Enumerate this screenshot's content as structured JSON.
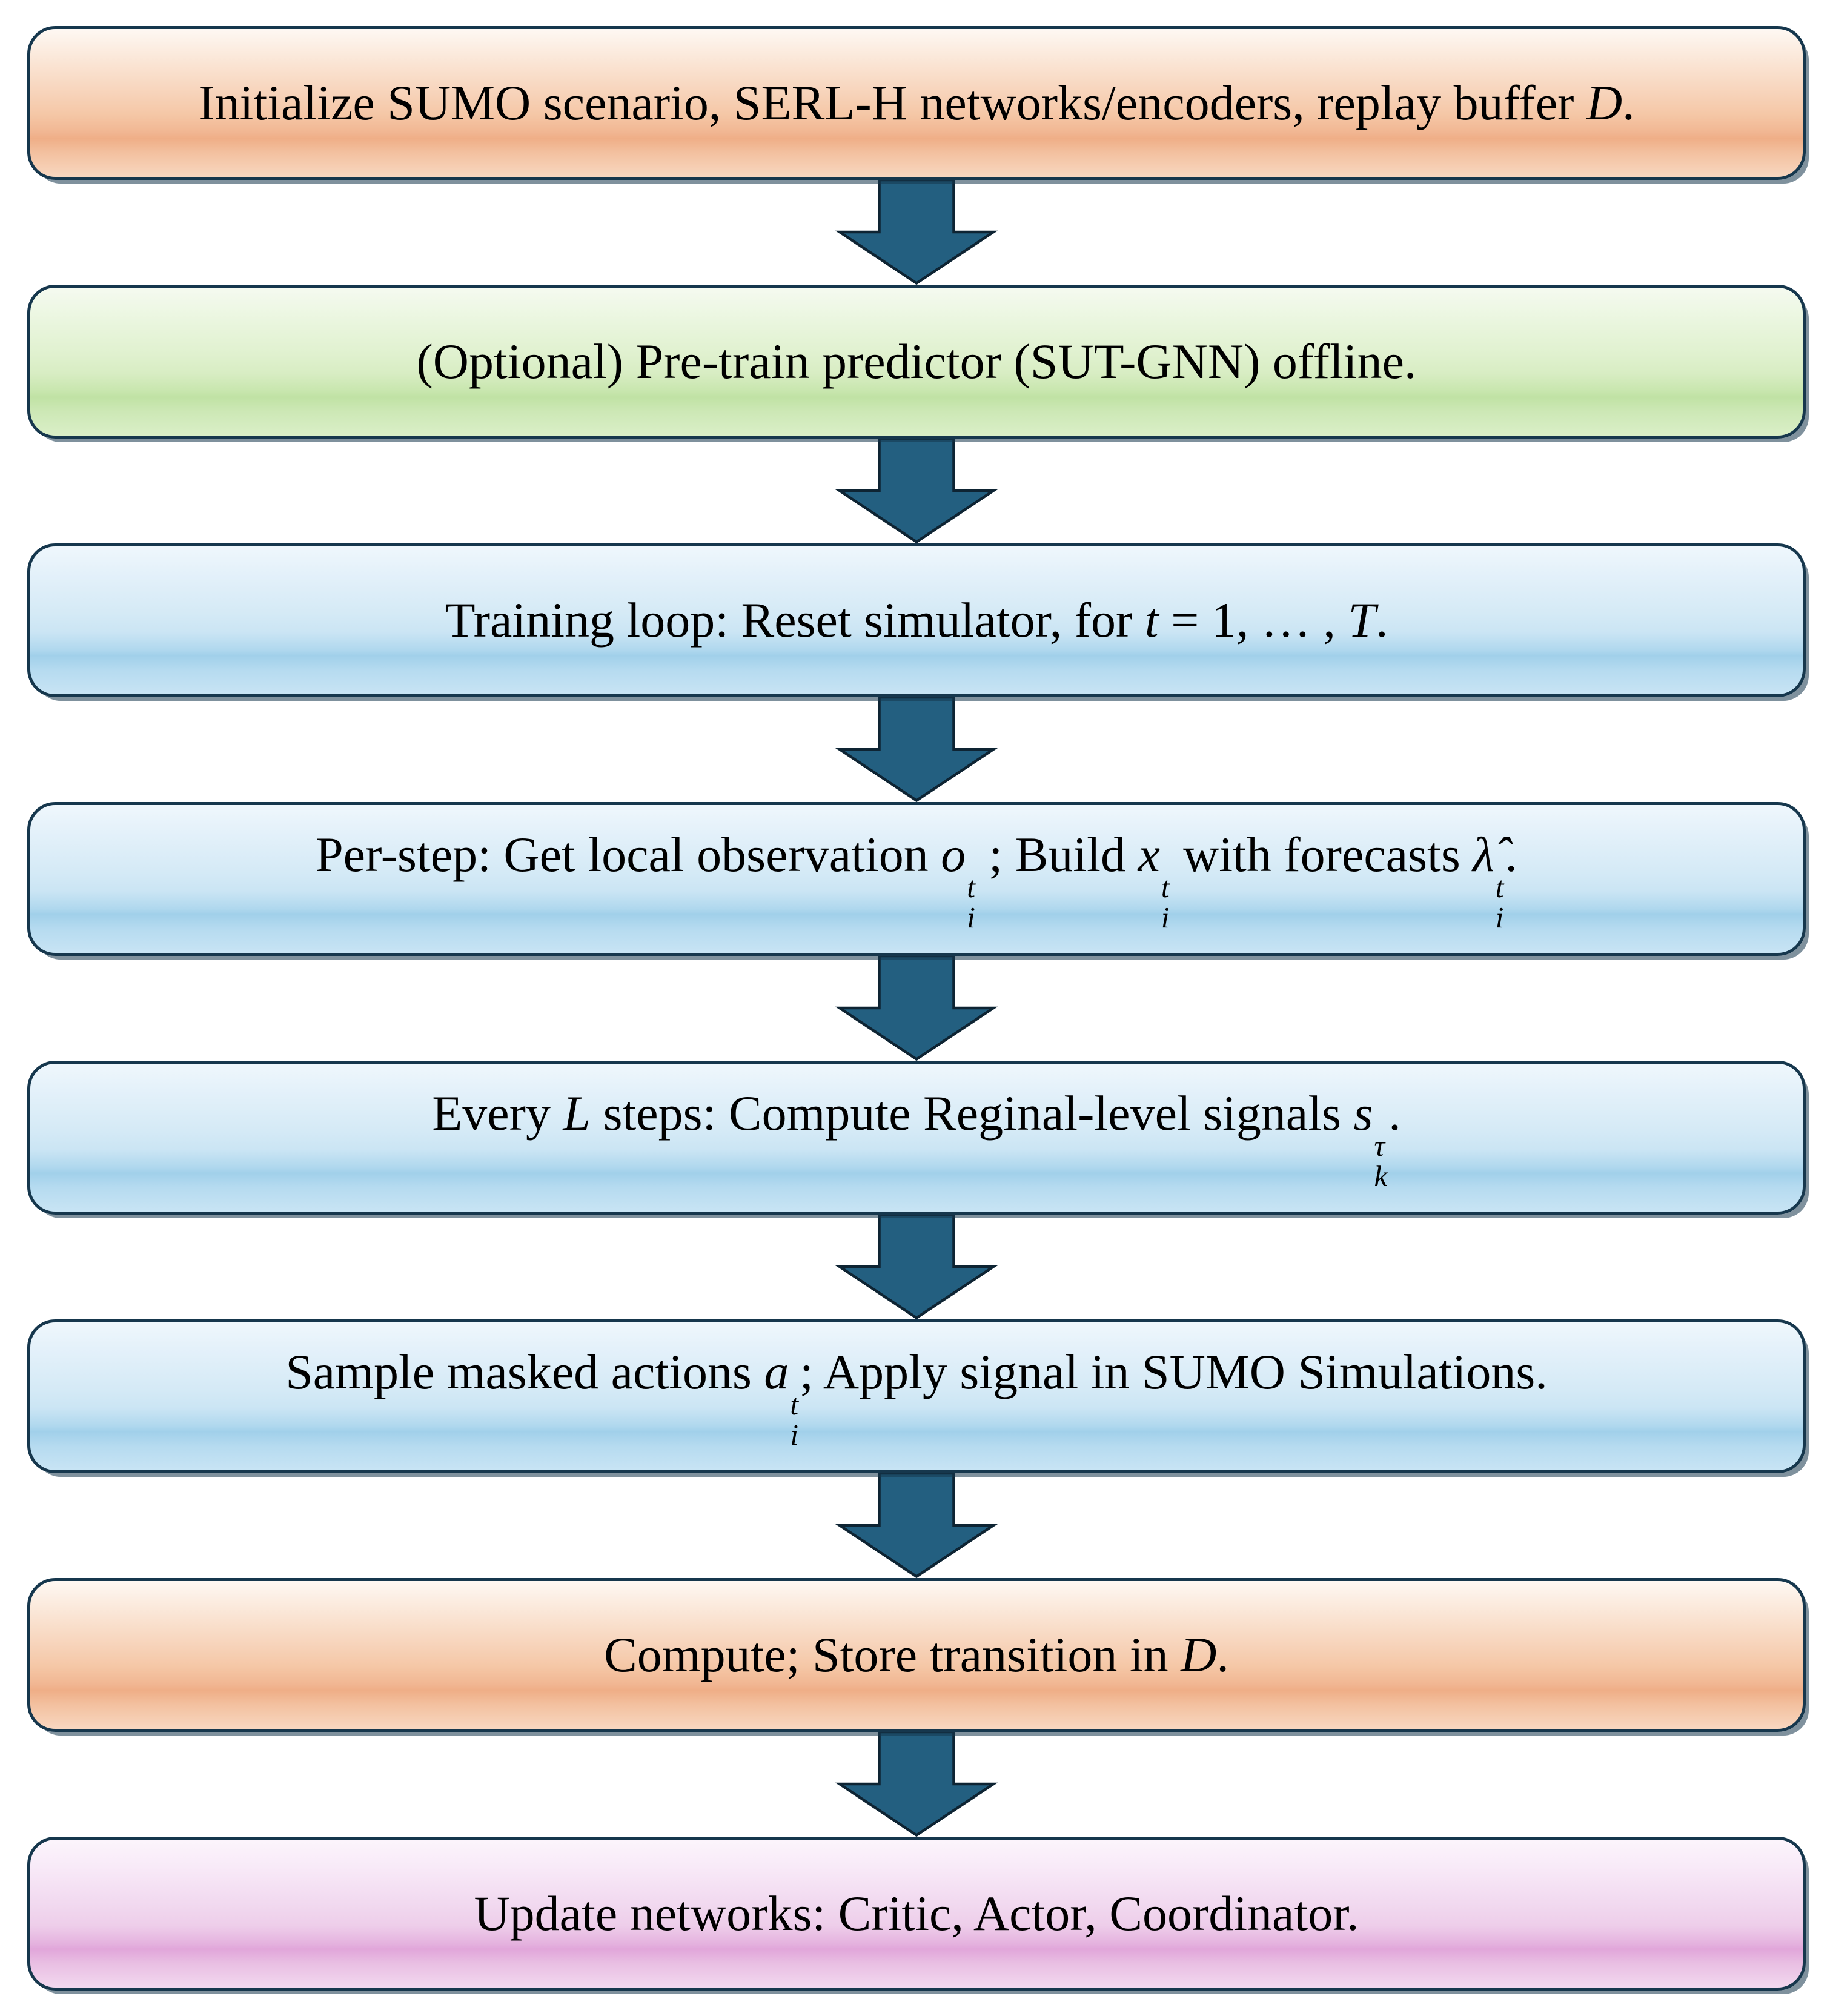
{
  "figure": {
    "type": "flowchart",
    "direction": "top-to-bottom",
    "background": "#ffffff",
    "box_border_color": "#16374d",
    "text_color": "#000000",
    "themes": {
      "orange_band": "#efae87",
      "green_band": "#c0e2a4",
      "blue_band": "#a1d0ea",
      "pink_band": "#e1a6da"
    },
    "arrow": {
      "direction": "down",
      "count": 7,
      "fill": "#235f80",
      "outline": "#0e2433"
    }
  },
  "steps": [
    {
      "id": "init",
      "theme": "orange",
      "text": "Initialize SUMO scenario, SERL-H networks/encoders, replay buffer D.",
      "rich": [
        {
          "t": "Initialize SUMO scenario, SERL-H networks/encoders, replay buffer "
        },
        {
          "t": "D",
          "i": true
        },
        {
          "t": "."
        }
      ]
    },
    {
      "id": "pretrain",
      "theme": "green",
      "text": "(Optional) Pre-train predictor (SUT-GNN) offline.",
      "rich": [
        {
          "t": "(Optional) Pre-train predictor (SUT-GNN) offline."
        }
      ]
    },
    {
      "id": "training-loop",
      "theme": "blue",
      "text": "Training loop: Reset simulator, for t = 1, … , T.",
      "rich": [
        {
          "t": "Training loop: Reset simulator, for "
        },
        {
          "t": "t",
          "i": true
        },
        {
          "t": " = 1, … , "
        },
        {
          "t": "T",
          "i": true
        },
        {
          "t": "."
        }
      ]
    },
    {
      "id": "per-step",
      "theme": "blue",
      "text": "Per-step: Get local observation o_i^t ; Build x_i^t with forecasts λ̂_i^t.",
      "rich": [
        {
          "t": "Per-step: Get local observation "
        },
        {
          "base": "o",
          "sup": "t",
          "sub": "i"
        },
        {
          "t": " ; Build "
        },
        {
          "base": "x",
          "sup": "t",
          "sub": "i"
        },
        {
          "t": " with forecasts "
        },
        {
          "base": "λ̂",
          "sup": "t",
          "sub": "i"
        },
        {
          "t": "."
        }
      ]
    },
    {
      "id": "every-l-steps",
      "theme": "blue",
      "text": "Every L steps: Compute Reginal-level signals s_k^τ.",
      "rich": [
        {
          "t": "Every "
        },
        {
          "t": "L",
          "i": true
        },
        {
          "t": " steps: Compute Reginal-level signals "
        },
        {
          "base": "s",
          "sup": "τ",
          "sub": "k"
        },
        {
          "t": "."
        }
      ]
    },
    {
      "id": "sample-actions",
      "theme": "blue",
      "text": "Sample masked actions a_i^t; Apply signal in SUMO Simulations.",
      "rich": [
        {
          "t": "Sample masked actions "
        },
        {
          "base": "a",
          "sup": "t",
          "sub": "i"
        },
        {
          "t": "; Apply signal in SUMO Simulations."
        }
      ]
    },
    {
      "id": "store-transition",
      "theme": "orange",
      "text": "Compute; Store transition in D.",
      "rich": [
        {
          "t": "Compute; Store transition in "
        },
        {
          "t": "D",
          "i": true
        },
        {
          "t": "."
        }
      ]
    },
    {
      "id": "update-networks",
      "theme": "pink",
      "text": "Update networks: Critic, Actor, Coordinator.",
      "rich": [
        {
          "t": "Update networks: Critic, Actor, Coordinator."
        }
      ]
    }
  ]
}
